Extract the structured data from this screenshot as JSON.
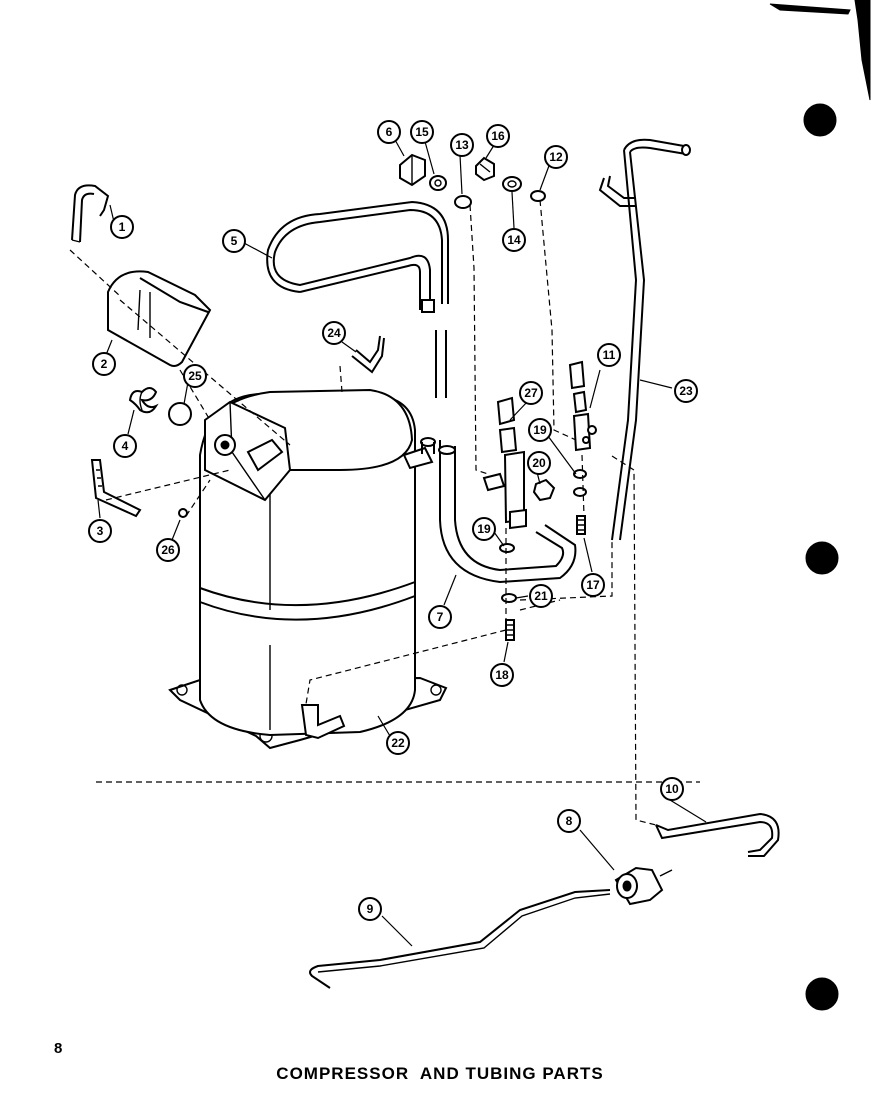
{
  "page": {
    "caption": "COMPRESSOR  AND TUBING PARTS",
    "page_number": "8"
  },
  "callouts": [
    "1",
    "2",
    "3",
    "4",
    "5",
    "6",
    "7",
    "8",
    "9",
    "10",
    "11",
    "12",
    "13",
    "14",
    "15",
    "16",
    "17",
    "18",
    "19",
    "20",
    "21",
    "22",
    "23",
    "24",
    "25",
    "26",
    "27"
  ],
  "colors": {
    "ink": "#000000",
    "paper": "#ffffff"
  }
}
